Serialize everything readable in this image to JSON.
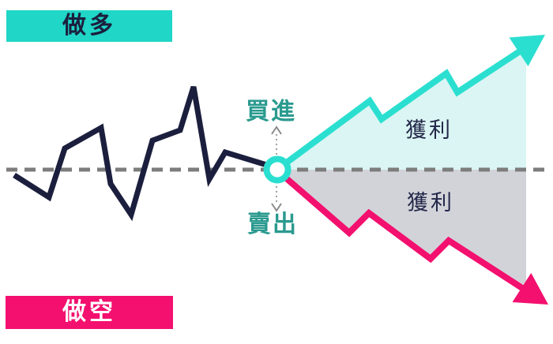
{
  "diagram": {
    "badges": {
      "long_label": "做多",
      "short_label": "做空"
    },
    "labels": {
      "buy": "買進",
      "sell": "賣出",
      "profit_up": "獲利",
      "profit_down": "獲利"
    }
  },
  "colors": {
    "teal_badge": "#1fd6c7",
    "teal_line": "#2bdfd0",
    "teal_fill": "#daf5f3",
    "pink": "#f3106e",
    "gray_fill": "#d2d3d9",
    "navy": "#1b1f3d",
    "teal_text": "#2b9a8f",
    "dash_gray": "#7d7d7d",
    "dotted_gray": "#a0a0a0",
    "chevron_gray": "#8a8a8a",
    "white": "#ffffff"
  }
}
